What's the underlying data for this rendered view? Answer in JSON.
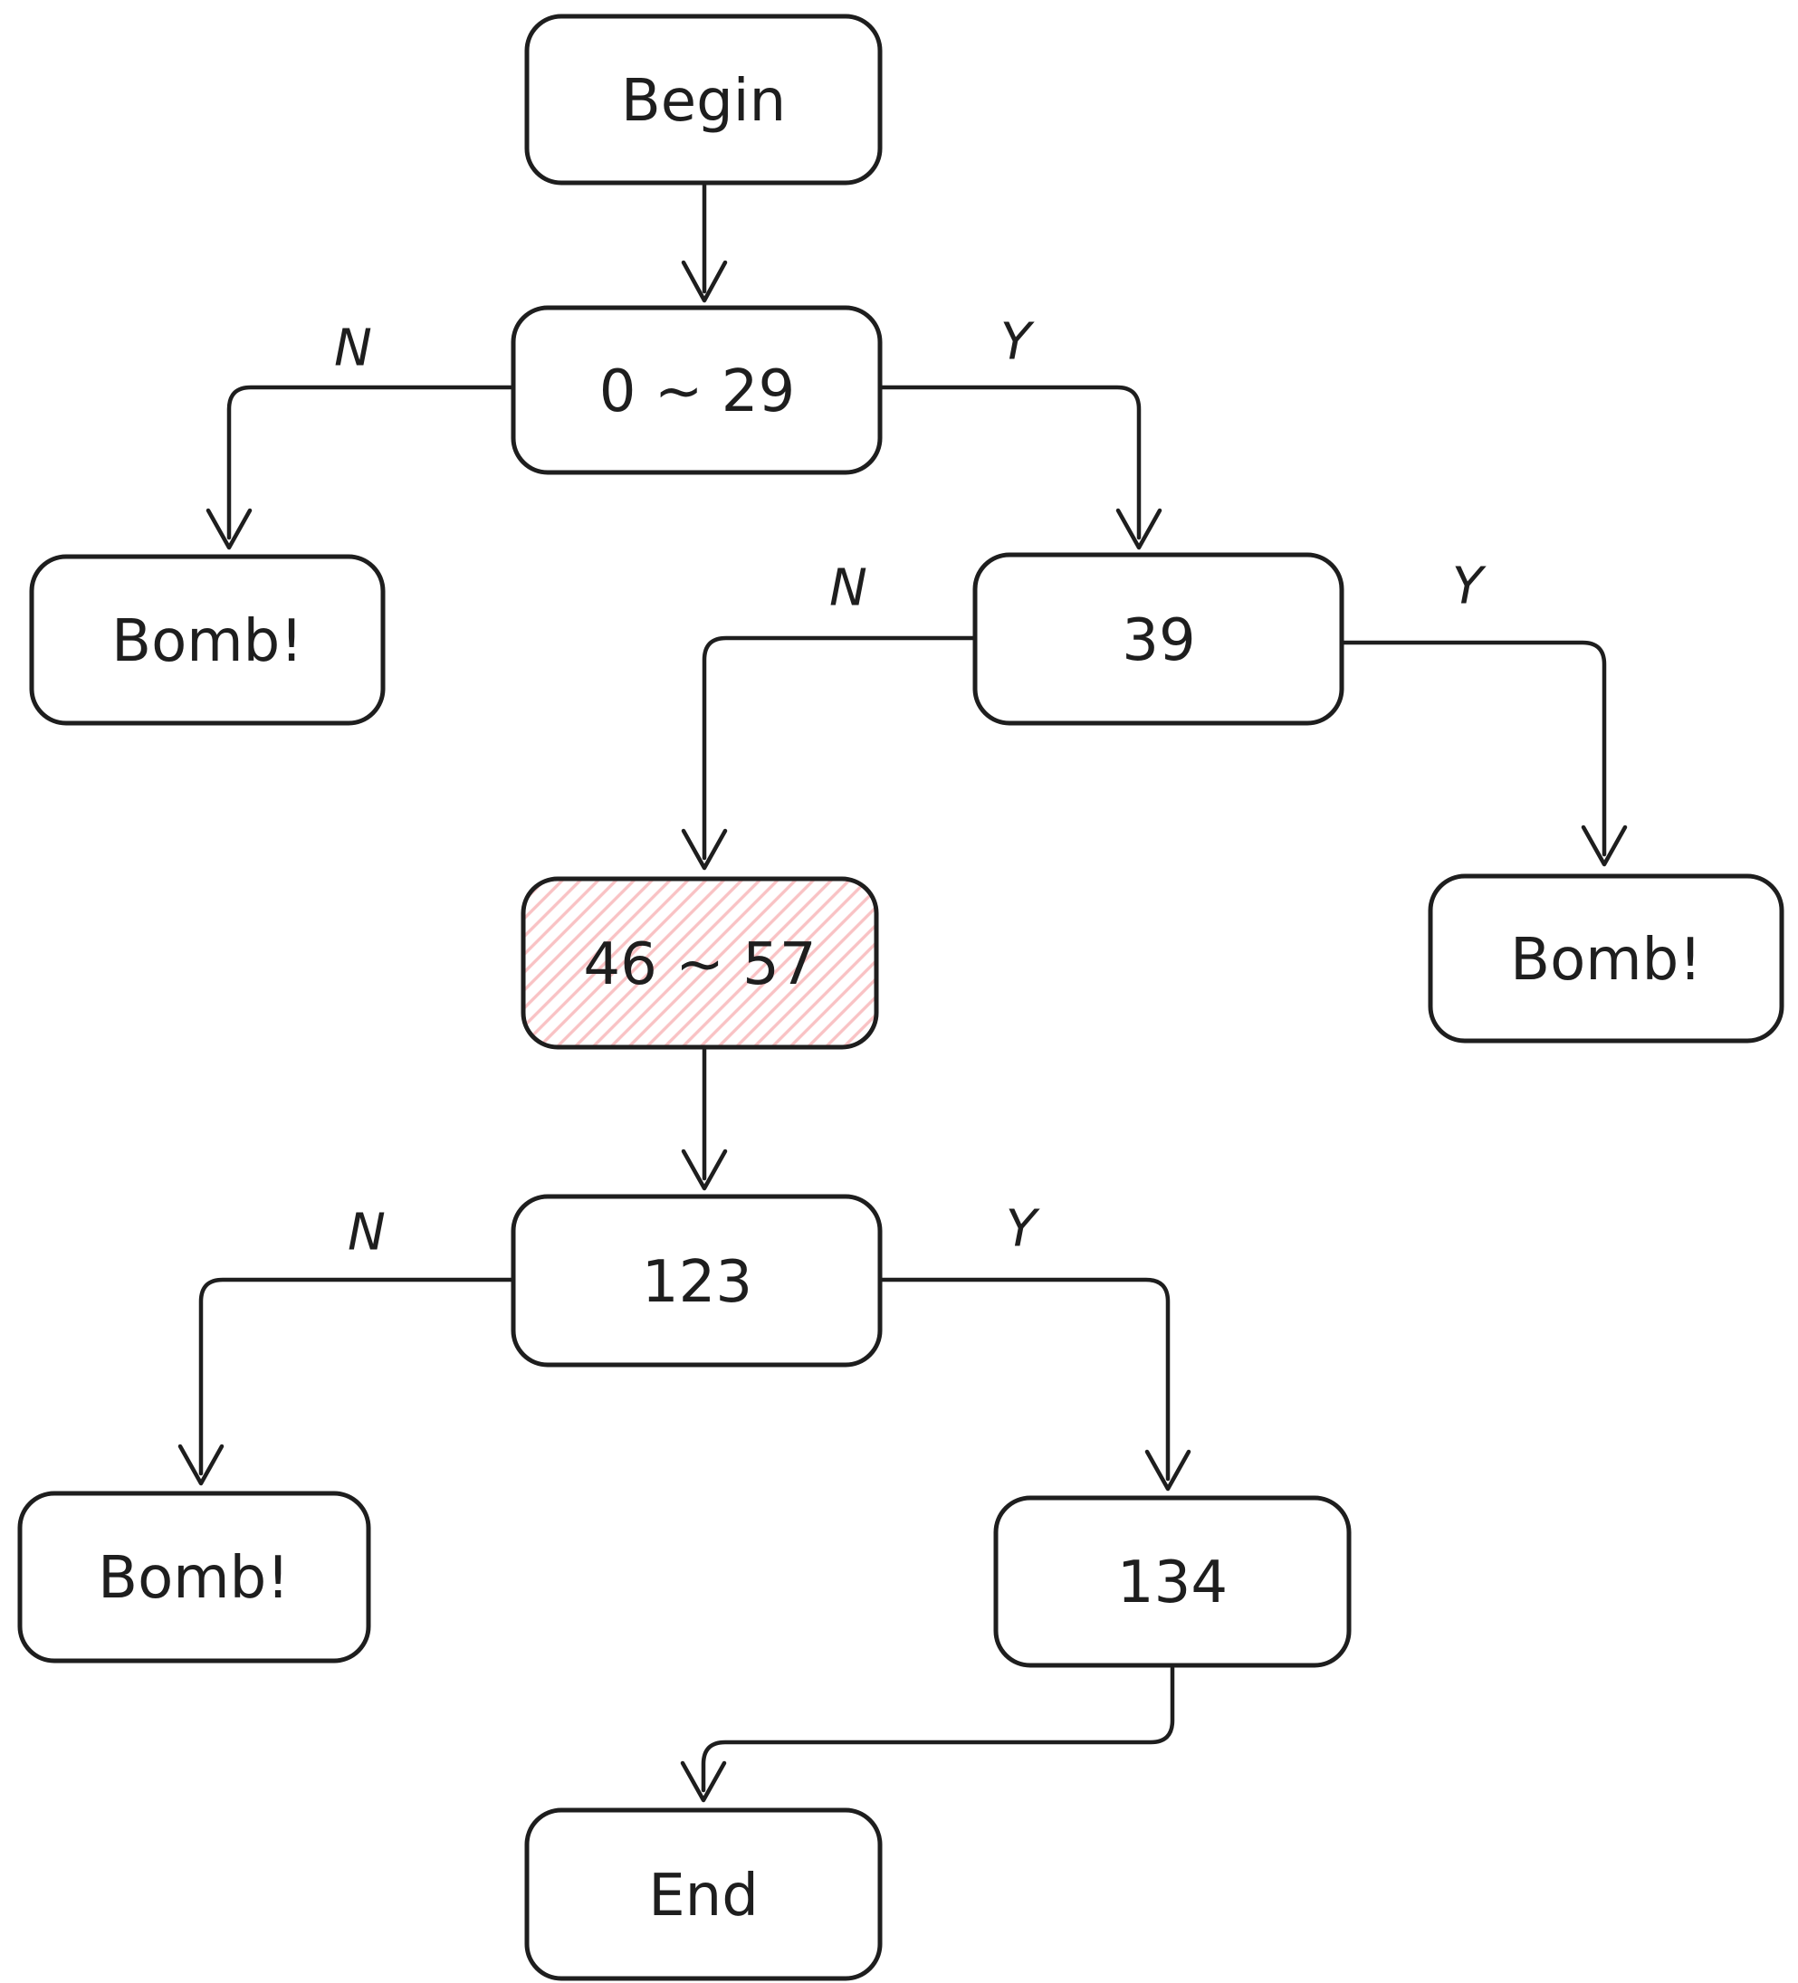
{
  "diagram": {
    "type": "flowchart",
    "colors": {
      "stroke": "#1e1e1e",
      "text": "#1e1e1e",
      "hatch": "#f9c2c4",
      "bg": "#ffffff"
    },
    "nodes": {
      "begin": {
        "label": "Begin",
        "fill": "plain"
      },
      "range_0_29": {
        "label": "0 ~ 29",
        "fill": "plain"
      },
      "bomb_left": {
        "label": "Bomb!",
        "fill": "plain"
      },
      "n39": {
        "label": "39",
        "fill": "plain"
      },
      "range_46_57": {
        "label": "46 ~ 57",
        "fill": "hatch"
      },
      "bomb_right": {
        "label": "Bomb!",
        "fill": "plain"
      },
      "n123": {
        "label": "123",
        "fill": "plain"
      },
      "bomb_bottom": {
        "label": "Bomb!",
        "fill": "plain"
      },
      "n134": {
        "label": "134",
        "fill": "plain"
      },
      "end": {
        "label": "End",
        "fill": "plain"
      }
    },
    "edges": [
      {
        "from": "begin",
        "to": "range_0_29",
        "label": ""
      },
      {
        "from": "range_0_29",
        "to": "bomb_left",
        "label": "N"
      },
      {
        "from": "range_0_29",
        "to": "n39",
        "label": "Y"
      },
      {
        "from": "n39",
        "to": "range_46_57",
        "label": "N"
      },
      {
        "from": "n39",
        "to": "bomb_right",
        "label": "Y"
      },
      {
        "from": "range_46_57",
        "to": "n123",
        "label": ""
      },
      {
        "from": "n123",
        "to": "bomb_bottom",
        "label": "N"
      },
      {
        "from": "n123",
        "to": "n134",
        "label": "Y"
      },
      {
        "from": "n134",
        "to": "end",
        "label": ""
      }
    ]
  }
}
